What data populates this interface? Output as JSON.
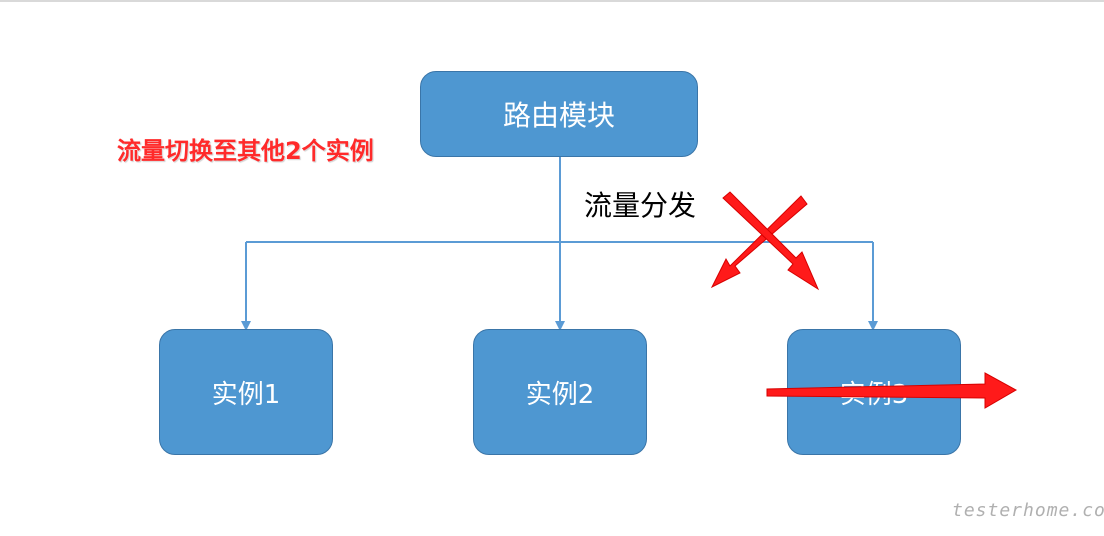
{
  "diagram": {
    "router_label": "路由模块",
    "distribution_label": "流量分发",
    "instances": [
      {
        "label": "实例1"
      },
      {
        "label": "实例2"
      },
      {
        "label": "实例3"
      }
    ],
    "note": "流量切换至其他2个实例",
    "watermark": "testerhome.com",
    "colors": {
      "box_fill": "#4e97d1",
      "box_border": "#3a75a8",
      "connector": "#5b9bd5",
      "annotation_red": "#ff1a1a"
    }
  }
}
